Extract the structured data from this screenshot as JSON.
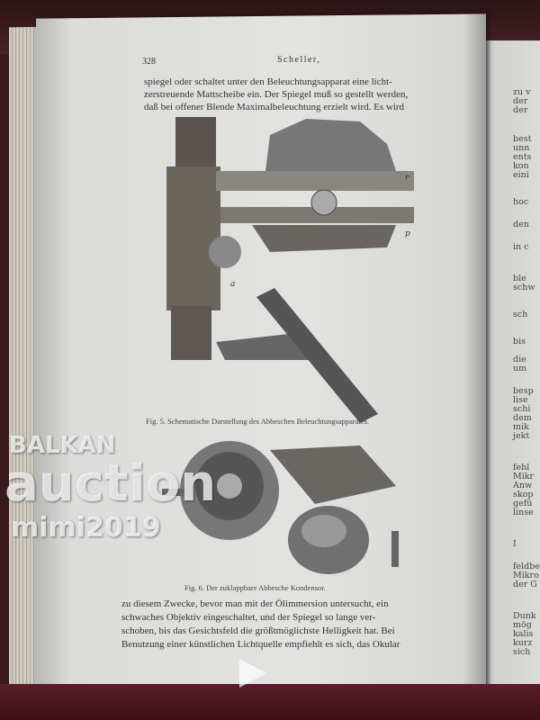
{
  "page": {
    "number": "328",
    "running_head": "Scheller,",
    "top_lines": [
      "spiegel oder schaltet unter den Beleuchtungsapparat eine licht-",
      "zerstreuende Mattscheibe ein. Der Spiegel muß so gestellt werden,",
      "daß bei offener Blende Maximalbeleuchtung erzielt wird. Es wird"
    ],
    "fig5": {
      "caption": "Fig. 5. Schematische Darstellung des Abbeschen Beleuchtungsapparates.",
      "labels": [
        "r",
        "p",
        "a"
      ]
    },
    "fig6": {
      "caption": "Fig. 6. Der zuklappbare Abbesche Kondensor."
    },
    "bottom_lines": [
      "zu diesem Zwecke, bevor man mit der Ölimmersion untersucht, ein",
      "schwaches Objektiv eingeschaltet, und der Spiegel so lange ver-",
      "schoben, bis das Gesichtsfeld die größtmöglichste Helligkeit hat. Bei",
      "Benutzung einer künstlichen Lichtquelle empfiehlt es sich, das Okular"
    ]
  },
  "right_page_fragments": [
    "zu v",
    "der",
    "der",
    "best",
    "unn",
    "ents",
    "kon",
    "eini",
    "hoc",
    "den",
    "in c",
    "ble",
    "schw",
    "sch",
    "bis",
    "die",
    "um",
    "besp",
    "lise",
    "schi",
    "dem",
    "mik",
    "jekt",
    "fehl",
    "Mikr",
    "Anw",
    "skop",
    "gefü",
    "linse",
    "I",
    "feldbe",
    "Mikro",
    "der G",
    "Dunk",
    "mög",
    "kalis",
    "kurz",
    "sich"
  ],
  "watermark": {
    "line1": "BALKAN",
    "line2": "auction",
    "line3": "mimi2019"
  }
}
